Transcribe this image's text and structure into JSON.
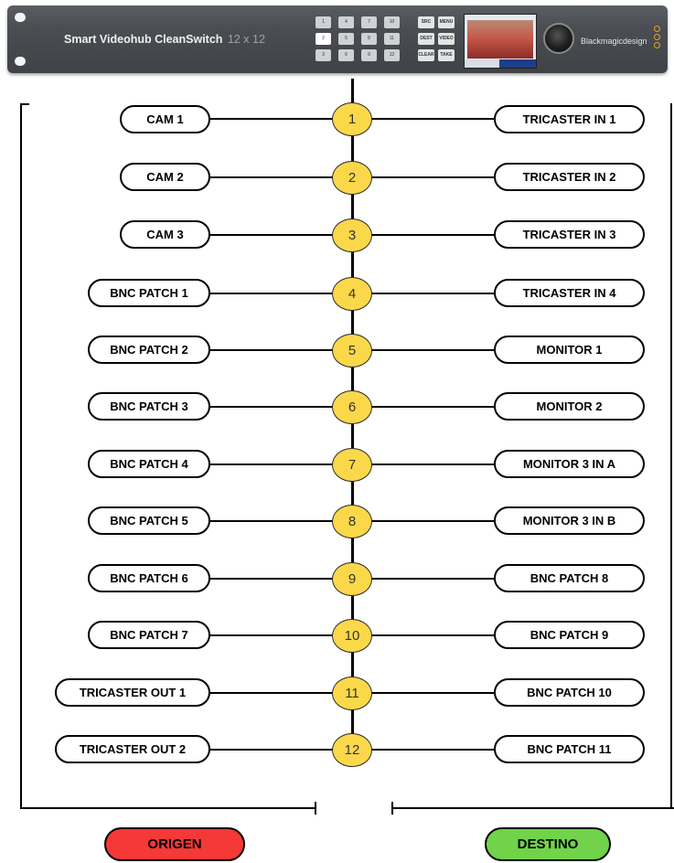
{
  "device": {
    "name": "Smart Videohub CleanSwitch",
    "size": "12 x 12",
    "brand": "Blackmagicdesign",
    "keys_row1": [
      "1",
      "4",
      "7",
      "10"
    ],
    "keys_row2": [
      "2",
      "5",
      "8",
      "11"
    ],
    "keys_row3": [
      "3",
      "6",
      "9",
      "12"
    ],
    "function_keys": [
      "SRC",
      "MENU",
      "DEST",
      "VIDEO",
      "CLEAR",
      "TAKE"
    ]
  },
  "routes": [
    {
      "number": "1",
      "source": "CAM 1",
      "destination": "TRICASTER IN 1"
    },
    {
      "number": "2",
      "source": "CAM 2",
      "destination": "TRICASTER IN 2"
    },
    {
      "number": "3",
      "source": "CAM 3",
      "destination": "TRICASTER IN 3"
    },
    {
      "number": "4",
      "source": "BNC PATCH 1",
      "destination": "TRICASTER IN 4"
    },
    {
      "number": "5",
      "source": "BNC PATCH 2",
      "destination": "MONITOR 1"
    },
    {
      "number": "6",
      "source": "BNC PATCH 3",
      "destination": "MONITOR 2"
    },
    {
      "number": "7",
      "source": "BNC PATCH 4",
      "destination": "MONITOR 3 IN A"
    },
    {
      "number": "8",
      "source": "BNC PATCH 5",
      "destination": "MONITOR 3 IN B"
    },
    {
      "number": "9",
      "source": "BNC PATCH 6",
      "destination": "BNC PATCH 8"
    },
    {
      "number": "10",
      "source": "BNC PATCH 7",
      "destination": "BNC PATCH 9"
    },
    {
      "number": "11",
      "source": "TRICASTER OUT 1",
      "destination": "BNC PATCH 10"
    },
    {
      "number": "12",
      "source": "TRICASTER OUT 2",
      "destination": "BNC PATCH 11"
    }
  ],
  "labels": {
    "origin": "ORIGEN",
    "destination": "DESTINO"
  },
  "colors": {
    "node_fill": "#fbd84a",
    "origin_fill": "#f43936",
    "destination_fill": "#70d34a"
  }
}
